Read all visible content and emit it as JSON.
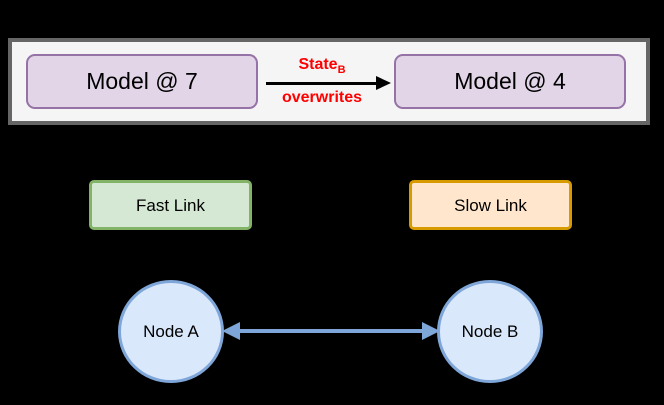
{
  "diagram": {
    "background_color": "#000000",
    "banner": {
      "background_color": "#f5f5f5",
      "border_color": "#666666",
      "model_left": {
        "label": "Model @ 7",
        "fill": "#e1d5e7",
        "stroke": "#9673a6"
      },
      "model_right": {
        "label": "Model @ 4",
        "fill": "#e1d5e7",
        "stroke": "#9673a6"
      },
      "edge": {
        "label_top": "State",
        "label_top_subscript": "B",
        "label_bottom": "overwrites",
        "color": "#ff0000",
        "arrow_color": "#000000",
        "direction": "left-to-right"
      }
    },
    "links": [
      {
        "label": "Fast Link",
        "fill": "#d5e8d4",
        "stroke": "#82b366"
      },
      {
        "label": "Slow Link",
        "fill": "#ffe6cc",
        "stroke": "#d79b00"
      }
    ],
    "nodes": [
      {
        "label": "Node A",
        "fill": "#dae8fc",
        "stroke": "#7ea6d9"
      },
      {
        "label": "Node B",
        "fill": "#dae8fc",
        "stroke": "#7ea6d9"
      }
    ],
    "node_connector": {
      "color": "#7ea6d9",
      "direction": "bidirectional"
    }
  }
}
